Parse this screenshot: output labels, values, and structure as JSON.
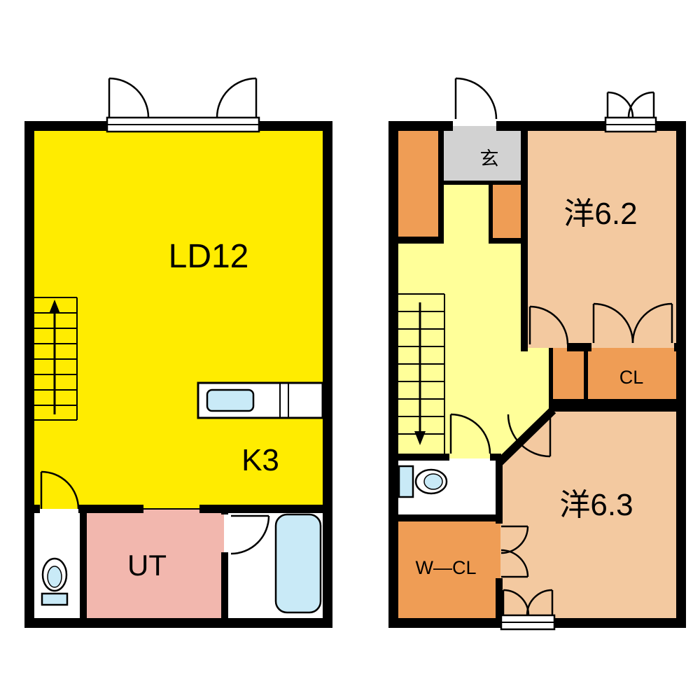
{
  "colors": {
    "wall": "#000000",
    "living_yellow": "#ffec00",
    "hall_yellow": "#ffff99",
    "room_peach": "#f3c9a0",
    "closet_orange": "#ef9d55",
    "utility_pink": "#f2b7ae",
    "entry_gray": "#d2d2d2",
    "fixture_blue": "#c9eaf7",
    "fixture_white": "#ffffff"
  },
  "floor1": {
    "living_dining": "LD12",
    "kitchen": "K3",
    "utility": "UT"
  },
  "floor2": {
    "entrance": "玄",
    "bedroom_top": "洋6.2",
    "closet": "CL",
    "bedroom_bottom": "洋6.3",
    "walkin_closet": "W—CL"
  }
}
